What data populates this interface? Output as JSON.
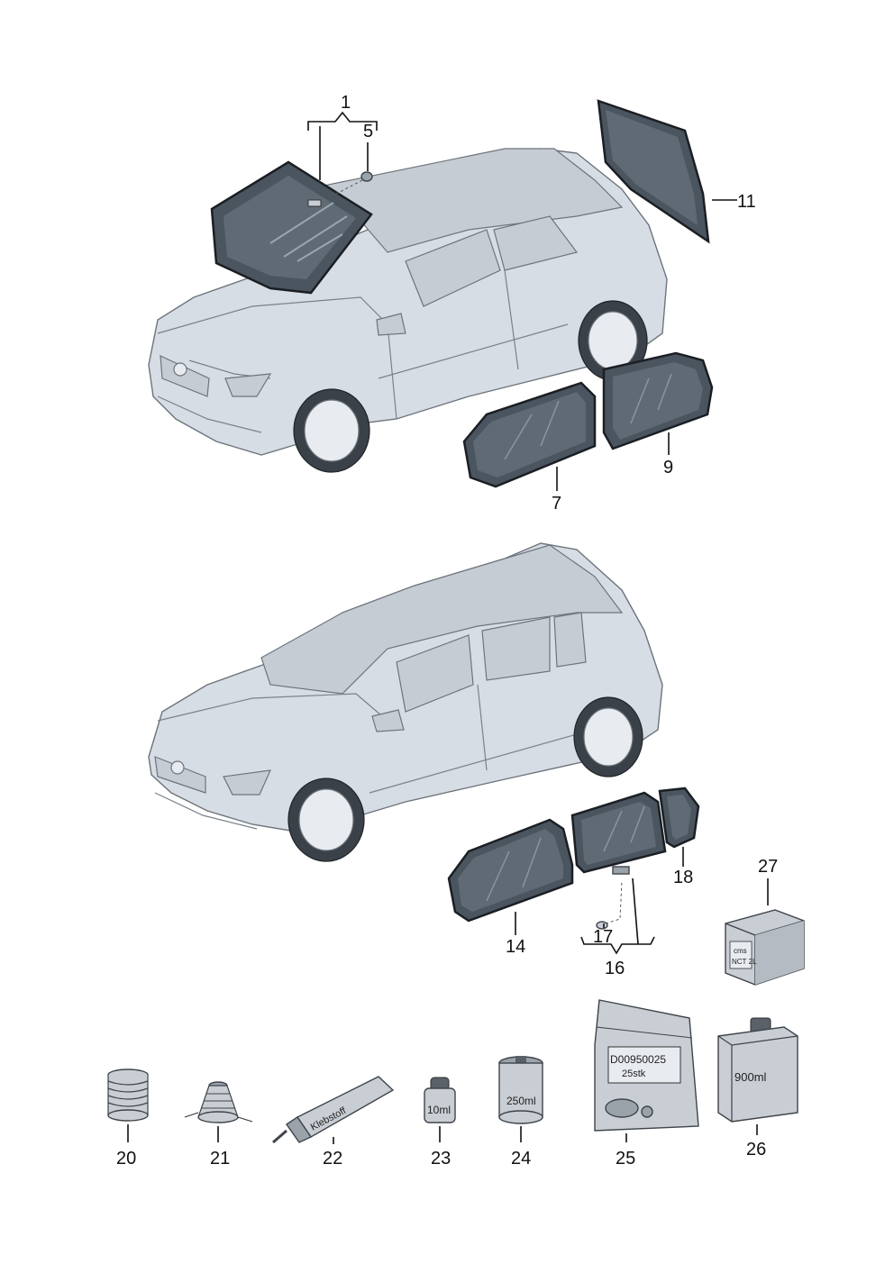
{
  "callouts": {
    "p1": "1",
    "p5": "5",
    "p7": "7",
    "p9": "9",
    "p11": "11",
    "p14": "14",
    "p16": "16",
    "p17": "17",
    "p18": "18",
    "p20": "20",
    "p21": "21",
    "p22": "22",
    "p23": "23",
    "p24": "24",
    "p25": "25",
    "p26": "26",
    "p27": "27"
  },
  "product_labels": {
    "tube": "Klebstoff",
    "bottle_small": "10ml",
    "can": "250ml",
    "bag_line1": "D00950025",
    "bag_line2": "25stk",
    "bottle_large": "900ml",
    "box_line1": "cms",
    "box_line2": "NCT 2L"
  },
  "colors": {
    "glass": "#4b5560",
    "car_body": "#d7dde4",
    "outline": "#111111"
  }
}
